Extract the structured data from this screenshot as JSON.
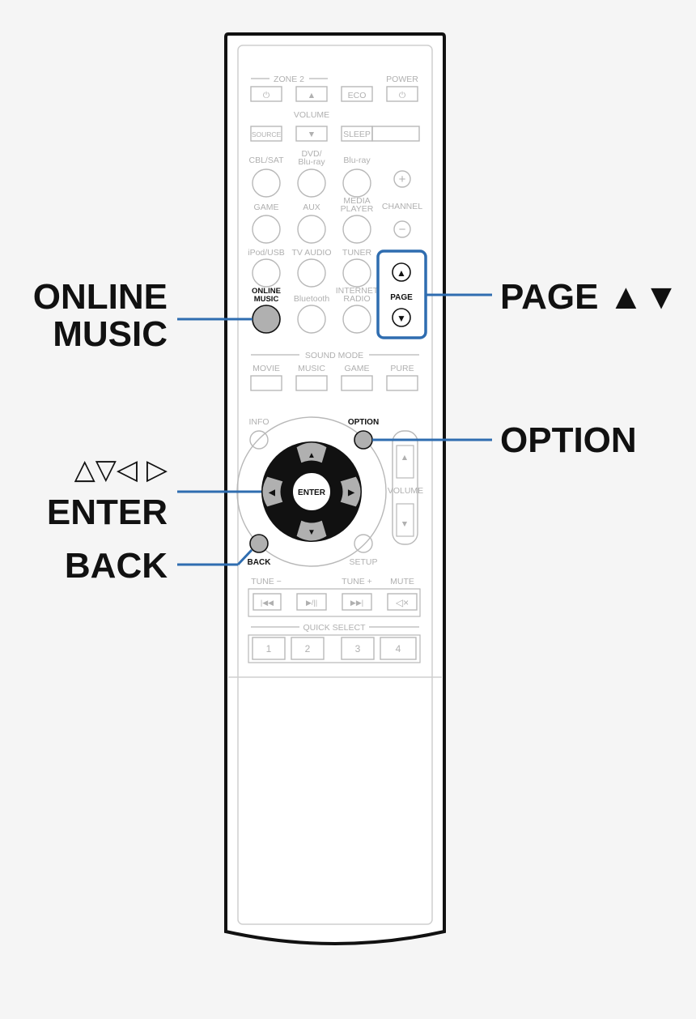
{
  "colors": {
    "accent": "#2f6db0",
    "faint": "#b8b8b8",
    "highlight_button": "#b0b0b0",
    "body_fill": "#ffffff",
    "outline": "#111111"
  },
  "remote": {
    "zone2": "ZONE 2",
    "power": "POWER",
    "eco": "ECO",
    "volume": "VOLUME",
    "source": "SOURCE",
    "sleep": "SLEEP",
    "row1": [
      "CBL/SAT",
      "DVD/\nBlu-ray",
      "Blu-ray"
    ],
    "row2": [
      "GAME",
      "AUX",
      "MEDIA\nPLAYER"
    ],
    "row3": [
      "iPod/USB",
      "TV AUDIO",
      "TUNER"
    ],
    "row4": [
      "ONLINE\nMUSIC",
      "Bluetooth",
      "INTERNET\nRADIO"
    ],
    "channel": "CHANNEL",
    "page": "PAGE",
    "sound_mode": "SOUND MODE",
    "sound_modes": [
      "MOVIE",
      "MUSIC",
      "GAME",
      "PURE"
    ],
    "info": "INFO",
    "option": "OPTION",
    "enter": "ENTER",
    "back": "BACK",
    "setup": "SETUP",
    "tune_minus": "TUNE −",
    "tune_plus": "TUNE +",
    "mute": "MUTE",
    "quick_select": "QUICK SELECT",
    "quick_numbers": [
      "1",
      "2",
      "3",
      "4"
    ]
  },
  "callouts": {
    "online_music_1": "ONLINE",
    "online_music_2": "MUSIC",
    "page": "PAGE ▲▼",
    "option": "OPTION",
    "arrows": "△▽◁ ▷",
    "enter": "ENTER",
    "back": "BACK"
  }
}
